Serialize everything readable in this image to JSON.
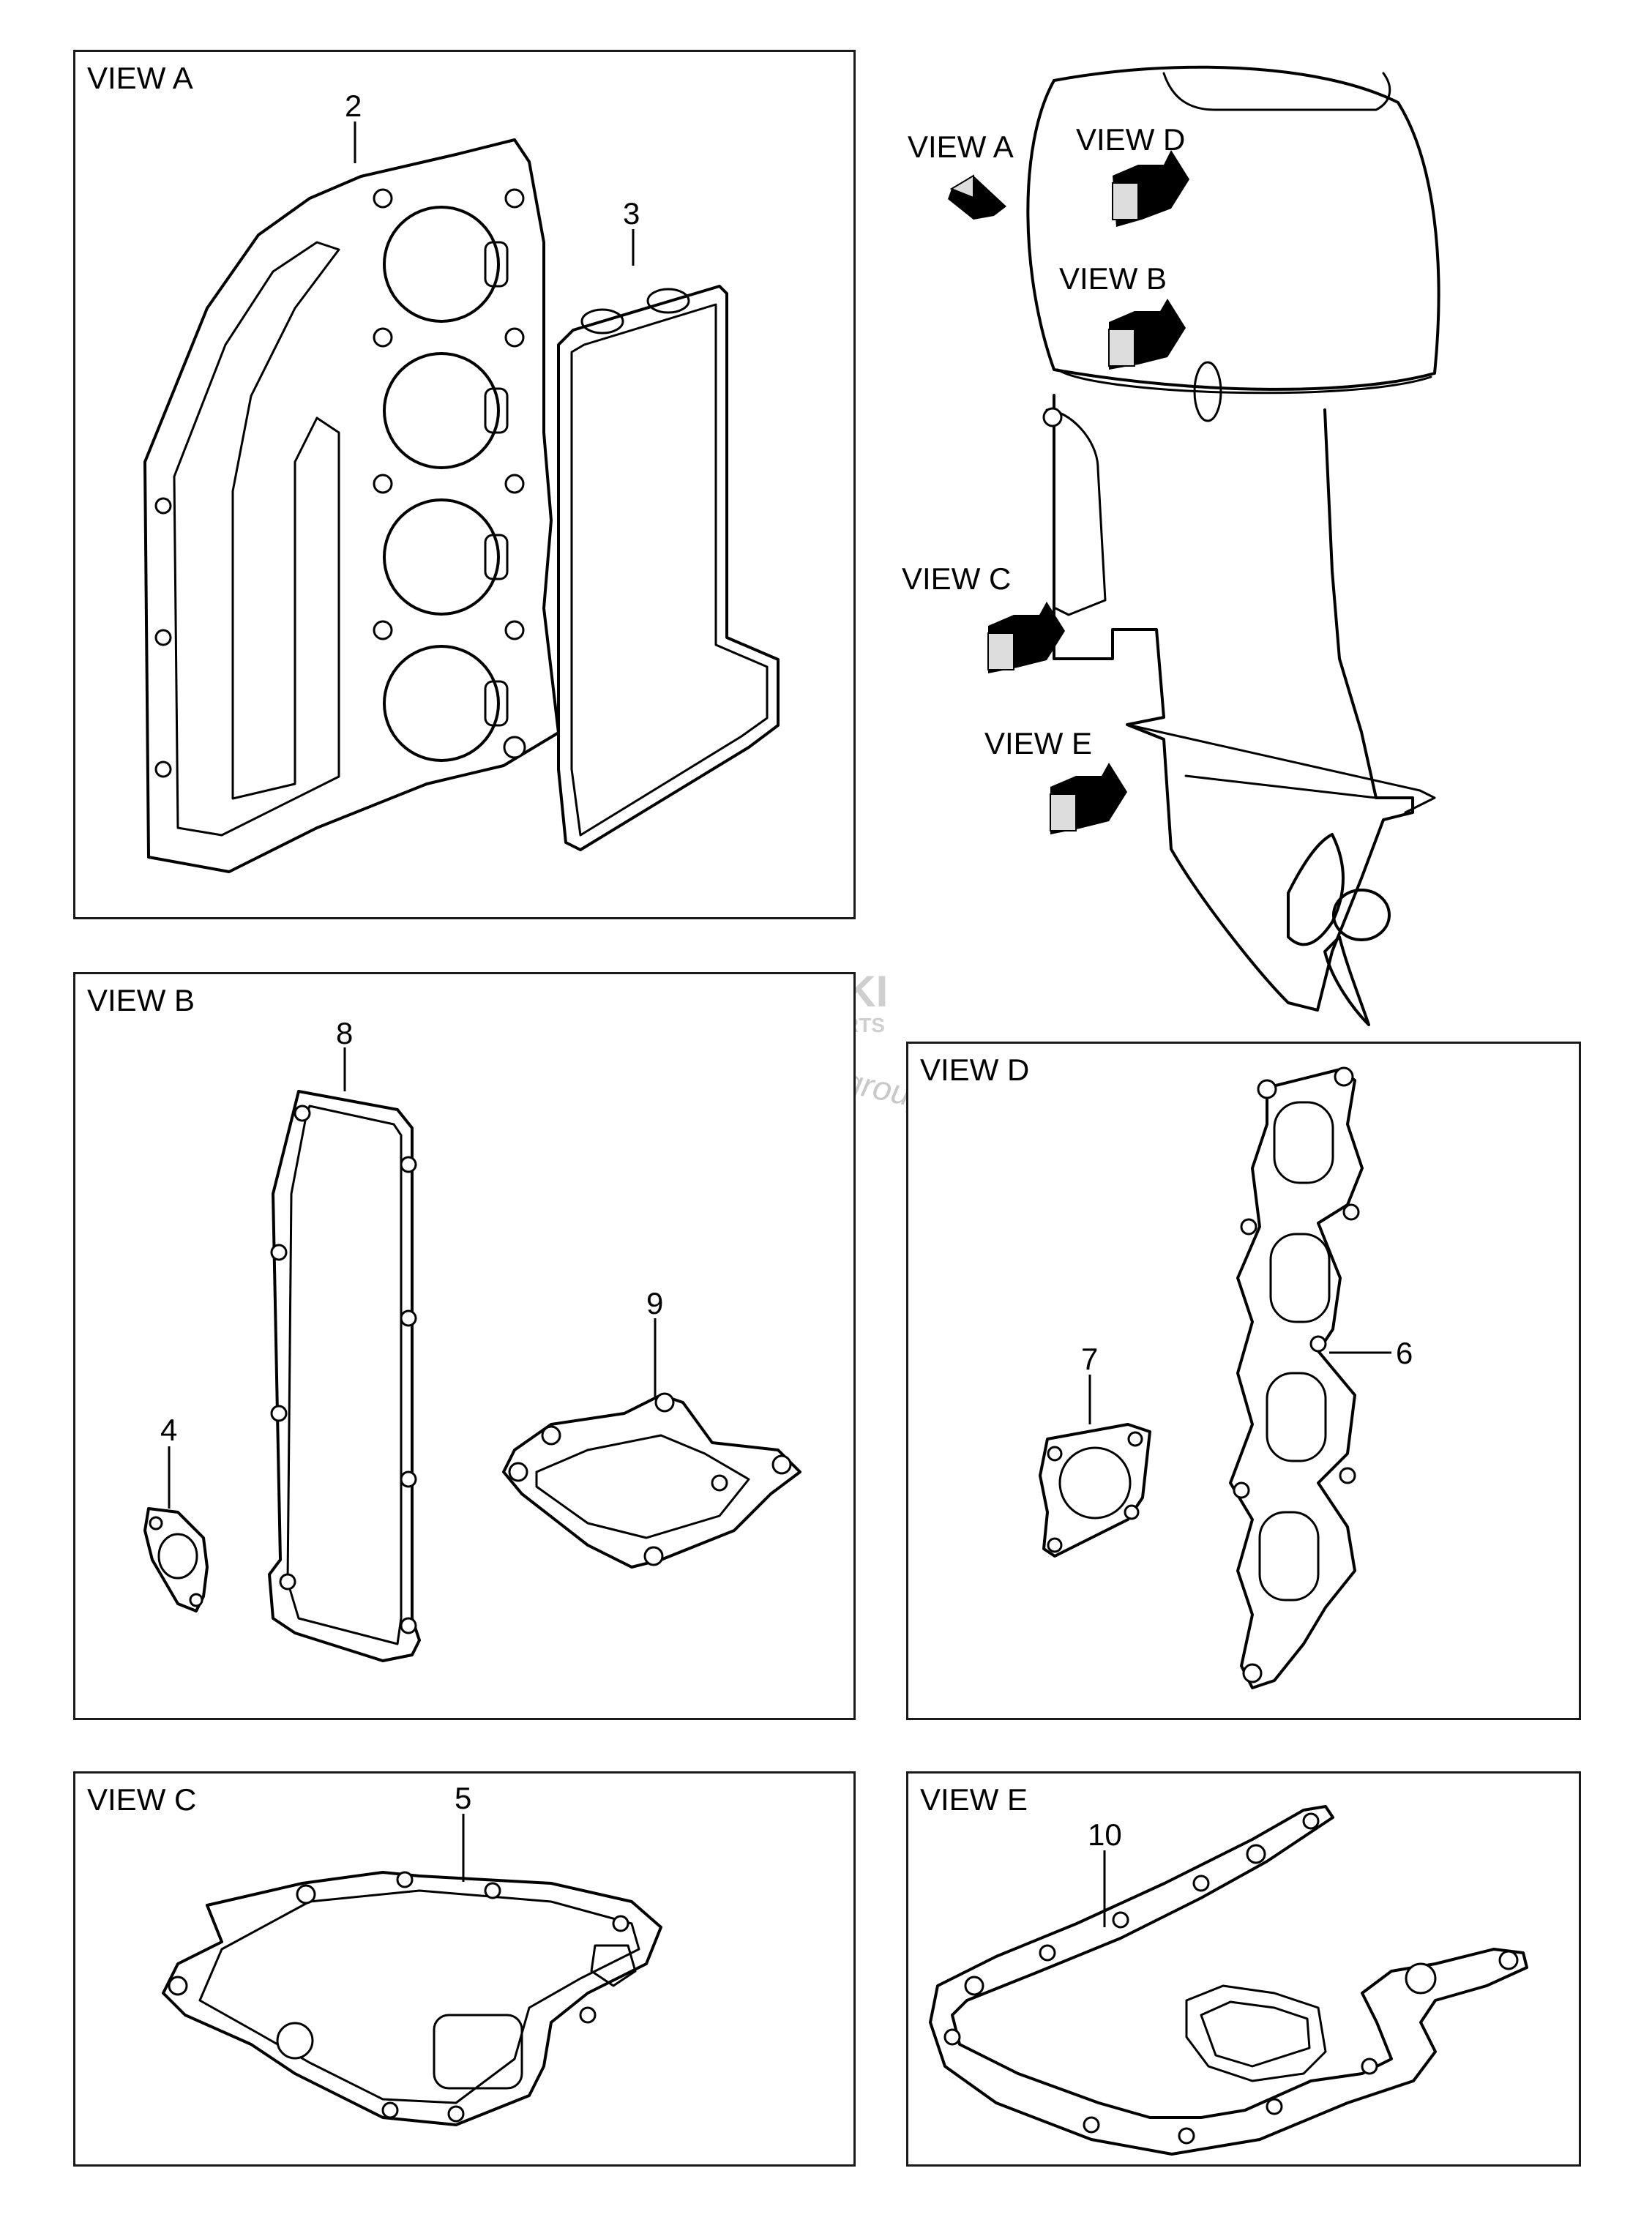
{
  "panels": {
    "a": {
      "title": "VIEW A"
    },
    "b": {
      "title": "VIEW B"
    },
    "c": {
      "title": "VIEW C"
    },
    "d": {
      "title": "VIEW D"
    },
    "e": {
      "title": "VIEW E"
    }
  },
  "outboard_view_labels": {
    "a": "VIEW A",
    "b": "VIEW B",
    "c": "VIEW C",
    "d": "VIEW D",
    "e": "VIEW E"
  },
  "callouts": {
    "p2": "2",
    "p3": "3",
    "p4": "4",
    "p5": "5",
    "p6": "6",
    "p7": "7",
    "p8": "8",
    "p9": "9",
    "p10": "10"
  },
  "watermark": {
    "brand": "SUZUKI",
    "line2": "MARINE PARTS",
    "line3": "Motogroup.pl"
  },
  "icons": {
    "view_arrow": "view-arrow-icon",
    "engine": "outboard-engine-illustration"
  }
}
